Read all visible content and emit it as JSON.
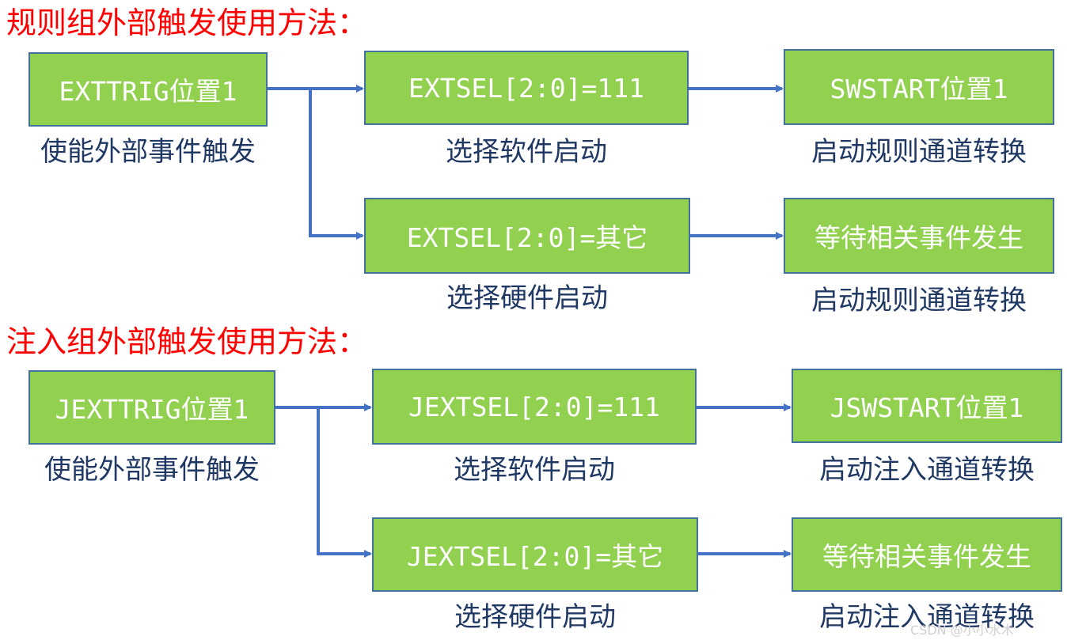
{
  "colors": {
    "heading": "#ff0000",
    "box_fill": "#92d050",
    "box_border": "#41719c",
    "arrow": "#4472c4",
    "caption": "#1f3864"
  },
  "sections": [
    {
      "heading": "规则组外部触发使用方法：",
      "start": {
        "label": "EXTTRIG位置1",
        "caption": "使能外部事件触发"
      },
      "branches": [
        {
          "select": {
            "label": "EXTSEL[2:0]=111",
            "caption": "选择软件启动"
          },
          "result": {
            "label": "SWSTART位置1",
            "caption": "启动规则通道转换"
          }
        },
        {
          "select": {
            "label": "EXTSEL[2:0]=其它",
            "caption": "选择硬件启动"
          },
          "result": {
            "label": "等待相关事件发生",
            "caption": "启动规则通道转换"
          }
        }
      ]
    },
    {
      "heading": "注入组外部触发使用方法：",
      "start": {
        "label": "JEXTTRIG位置1",
        "caption": "使能外部事件触发"
      },
      "branches": [
        {
          "select": {
            "label": "JEXTSEL[2:0]=111",
            "caption": "选择软件启动"
          },
          "result": {
            "label": "JSWSTART位置1",
            "caption": "启动注入通道转换"
          }
        },
        {
          "select": {
            "label": "JEXTSEL[2:0]=其它",
            "caption": "选择硬件启动"
          },
          "result": {
            "label": "等待相关事件发生",
            "caption": "启动注入通道转换"
          }
        }
      ]
    }
  ],
  "watermark": "CSDN @小小水木"
}
